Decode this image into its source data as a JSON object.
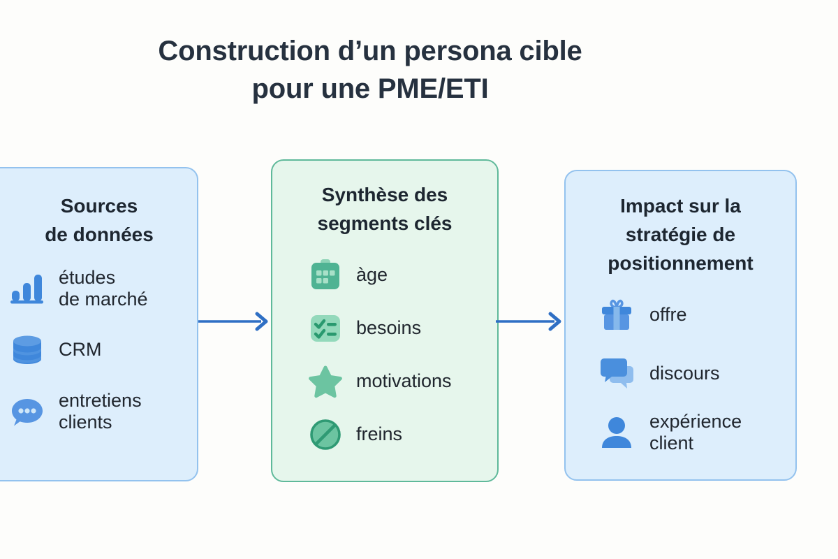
{
  "page": {
    "title": "Construction d’un persona cible\npour une PME/ETI",
    "background_color": "#fdfdfb",
    "title_color": "#26313f"
  },
  "colors": {
    "blue_card_bg": "#ddeefc",
    "blue_card_border": "#93c2ee",
    "green_card_bg": "#e6f6ec",
    "green_card_border": "#5fb99a",
    "blue_icon": "#3f87db",
    "blue_icon_light": "#6aa8e8",
    "green_icon": "#52b893",
    "green_icon_light": "#8bd3b4",
    "arrow": "#2f6fc4",
    "text": "#20262e"
  },
  "cards": [
    {
      "id": "sources",
      "style": "blue",
      "title": "Sources\nde données",
      "items": [
        {
          "icon": "bar-chart-icon",
          "label": "études\nde marché"
        },
        {
          "icon": "database-icon",
          "label": "CRM"
        },
        {
          "icon": "chat-bubble-icon",
          "label": "entretiens\nclients"
        }
      ]
    },
    {
      "id": "synthese",
      "style": "green",
      "title": "Synthèse des\nsegments clés",
      "items": [
        {
          "icon": "calendar-icon",
          "label": "àge"
        },
        {
          "icon": "checklist-icon",
          "label": "besoins"
        },
        {
          "icon": "star-icon",
          "label": "motivations"
        },
        {
          "icon": "prohibition-icon",
          "label": "freins"
        }
      ]
    },
    {
      "id": "impact",
      "style": "blue",
      "title": "Impact sur la\nstratégie de\npositionnement",
      "items": [
        {
          "icon": "gift-icon",
          "label": "offre"
        },
        {
          "icon": "speech-bubbles-icon",
          "label": "discours"
        },
        {
          "icon": "person-icon",
          "label": "expérience\nclient"
        }
      ]
    }
  ],
  "arrows": [
    {
      "id": "arrow-sources-to-synthese",
      "direction": "right"
    },
    {
      "id": "arrow-synthese-to-impact",
      "direction": "right"
    }
  ]
}
